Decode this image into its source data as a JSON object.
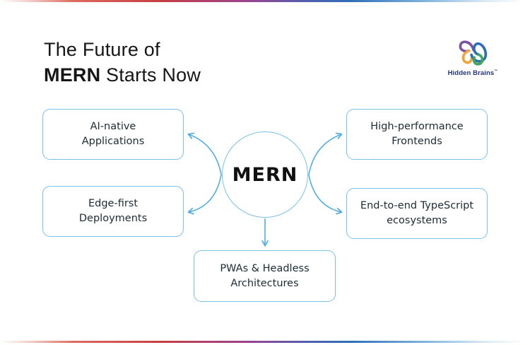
{
  "header": {
    "title": {
      "line1": "The Future of",
      "line2_bold": "MERN",
      "line2_rest": " Starts Now"
    }
  },
  "logo": {
    "name": "Hidden Brains",
    "trademark": "™"
  },
  "diagram": {
    "center_label": "MERN",
    "nodes": [
      {
        "id": "ai-native-applications",
        "lines": [
          "AI-native",
          "Applications"
        ]
      },
      {
        "id": "edge-first-deployments",
        "lines": [
          "Edge-first",
          "Deployments"
        ]
      },
      {
        "id": "high-performance-frontends",
        "lines": [
          "High-performance",
          "Frontends"
        ]
      },
      {
        "id": "end-to-end-typescript",
        "lines": [
          "End-to-end TypeScript",
          "ecosystems"
        ]
      },
      {
        "id": "pwas-headless-architectures",
        "lines": [
          "PWAs & Headless",
          "Architectures"
        ]
      }
    ]
  },
  "colors": {
    "connector_blue": "#55aee1",
    "box_border_blue": "#79c2e9",
    "text_dark": "#1c2b33",
    "title_color": "#161616",
    "logo_text_navy": "#23337f",
    "logo_blue": "#2e6db8",
    "logo_green": "#3fa75c",
    "logo_orange": "#f0a33e",
    "logo_purple": "#7c52a5",
    "gradient_red": "#c73e44",
    "gradient_purple": "#9a4390",
    "gradient_blue": "#2e6fba"
  }
}
